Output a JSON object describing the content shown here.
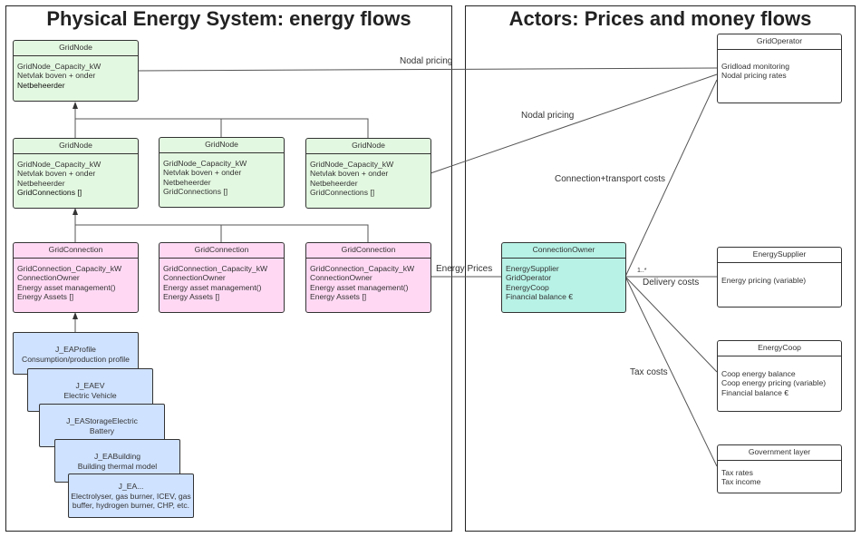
{
  "left_panel": {
    "title_part1": "Physical Energy System: energy",
    "title_part2": " flows"
  },
  "right_panel": {
    "title_part1": "Actors:",
    "title_part2": " Prices and money flows"
  },
  "grid_nodes": [
    {
      "header": "GridNode",
      "lines": [
        "GridNode_Capacity_kW",
        "Netvlak boven + onder",
        "Netbeheerder"
      ]
    },
    {
      "header": "GridNode",
      "lines": [
        "GridNode_Capacity_kW",
        "Netvlak boven + onder",
        "Netbeheerder",
        "GridConnections []"
      ]
    },
    {
      "header": "GridNode",
      "lines": [
        "GridNode_Capacity_kW",
        "Netvlak boven + onder",
        "Netbeheerder",
        "GridConnections []"
      ]
    },
    {
      "header": "GridNode",
      "lines": [
        "GridNode_Capacity_kW",
        "Netvlak boven + onder",
        "Netbeheerder",
        "GridConnections []"
      ]
    }
  ],
  "grid_connections": [
    {
      "header": "GridConnection",
      "lines": [
        "GridConnection_Capacity_kW",
        "ConnectionOwner",
        "Energy asset management()",
        "Energy Assets []"
      ]
    },
    {
      "header": "GridConnection",
      "lines": [
        "GridConnection_Capacity_kW",
        "ConnectionOwner",
        "Energy asset management()",
        "Energy Assets []"
      ]
    },
    {
      "header": "GridConnection",
      "lines": [
        "GridConnection_Capacity_kW",
        "ConnectionOwner",
        "Energy asset management()",
        "Energy Assets []"
      ]
    }
  ],
  "energy_assets": [
    {
      "title": "J_EAProfile",
      "subtitle": "Consumption/production profile"
    },
    {
      "title": "J_EAEV",
      "subtitle": "Electric Vehicle"
    },
    {
      "title": "J_EAStorageElectric",
      "subtitle": "Battery"
    },
    {
      "title": "J_EABuilding",
      "subtitle": "Building thermal model"
    },
    {
      "title": "J_EA...",
      "subtitle": "Electrolyser, gas burner, ICEV, gas buffer, hydrogen burner, CHP, etc."
    }
  ],
  "connection_owner": {
    "header": "ConnectionOwner",
    "lines": [
      "EnergySupplier",
      "GridOperator",
      "EnergyCoop",
      "Financial balance €"
    ]
  },
  "grid_operator": {
    "header": "GridOperator",
    "lines": [
      "Gridload monitoring",
      "Nodal pricing rates"
    ]
  },
  "energy_supplier": {
    "header": "EnergySupplier",
    "lines": [
      "Energy pricing (variable)"
    ]
  },
  "energy_coop": {
    "header": "EnergyCoop",
    "lines": [
      "Coop energy balance",
      "Coop energy pricing (variable)",
      "Financial balance €"
    ]
  },
  "government": {
    "header": "Government layer",
    "lines": [
      "Tax rates",
      "Tax income"
    ]
  },
  "edge_labels": {
    "nodal_pricing_1": "Nodal pricing",
    "nodal_pricing_2": "Nodal pricing",
    "connection_transport": "Connection+transport costs",
    "energy_prices": "Energy Prices",
    "delivery_costs": "Delivery costs",
    "tax_costs": "Tax costs",
    "multiplicity": "1..*"
  }
}
